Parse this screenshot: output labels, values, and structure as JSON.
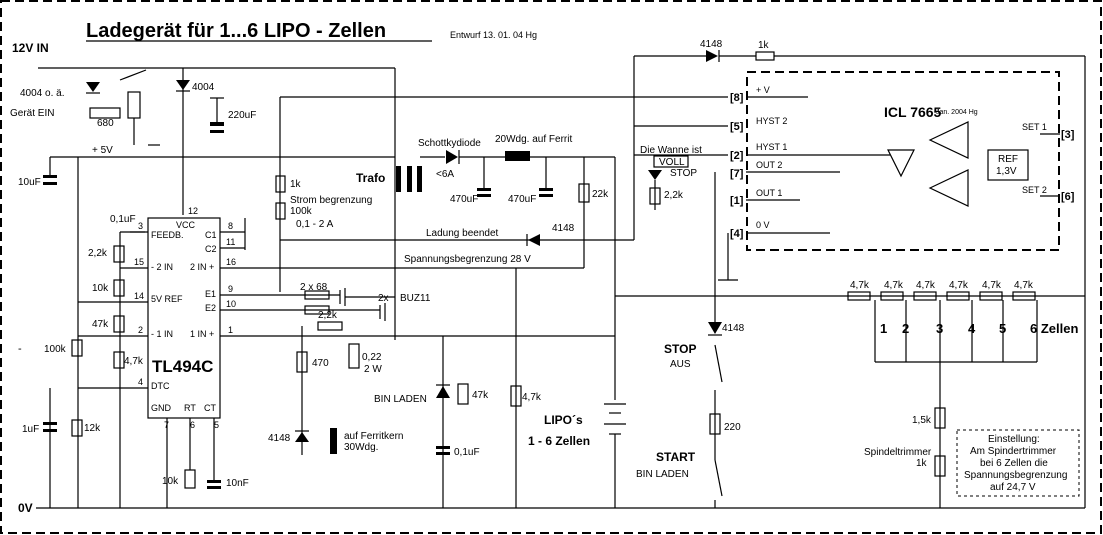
{
  "title": "Ladegerät für 1...6  LIPO - Zellen",
  "draft": "Entwurf  13. 01. 04   Hg",
  "labels": {
    "in12": "12V IN",
    "d4004a": "4004  o. ä.",
    "r680": "680",
    "geraet": "Gerät EIN",
    "d4004b": "4004",
    "c220": "220uF",
    "v5": "+ 5V",
    "c10u": "10uF",
    "r1k_a": "1k",
    "strom": "Strom  begrenzung",
    "r100k_a": "100k",
    "range": "0,1  -  2 A",
    "trafo": "Trafo",
    "schottky": "Schottkydiode",
    "a6": "<6A",
    "windings": "20Wdg. auf Ferrit",
    "c470a": "470uF",
    "c470b": "470uF",
    "r22k": "22k",
    "d4148a": "4148",
    "r1k_b": "1k",
    "wanne": "Die Wanne ist",
    "voll": "VOLL",
    "stop_led": "STOP",
    "r22k_led": "2,2k",
    "ladung": "Ladung beendet",
    "d4148b": "4148",
    "spannung": "Spannungsbegrenzung 28 V",
    "icl": "ICL 7665",
    "icl_date": "Jan. 2004  Hg",
    "ref": "REF",
    "ref_v": "1,3V",
    "pins": [
      "[8]",
      "[5]",
      "[2]",
      "[7]",
      "[1]",
      "[4]",
      "[3]",
      "[6]"
    ],
    "pin_v": "+ V",
    "hyst2": "HYST 2",
    "hyst1": "HYST 1",
    "out2": "OUT 2",
    "out1": "OUT 1",
    "zero_v": "0 V",
    "set1": "SET 1",
    "set2": "SET 2",
    "tl494": "TL494C",
    "vcc": "VCC",
    "feedb": "FEEDB.",
    "c01u": "0,1uF",
    "r22k_fb": "2,2k",
    "r10k": "10k",
    "r47k_a": "47k",
    "r100k_b": "100k",
    "r47k_b": "4,7k",
    "c1u": "1uF",
    "r12k": "12k",
    "pin_in2m": "- 2 IN",
    "pin_in2p": "2 IN +",
    "pin_ref": "5V REF",
    "pin_in1m": "- 1 IN",
    "pin_in1p": "1 IN +",
    "pin_dtc": "DTC",
    "pin_c1": "C1",
    "pin_c2": "C2",
    "pin_e1": "E1",
    "pin_e2": "E2",
    "pin_gnd": "GND",
    "pin_rt": "RT",
    "pin_ct": "CT",
    "n12": "12",
    "n3": "3",
    "n15": "15",
    "n14": "14",
    "n2": "2",
    "n4": "4",
    "n7": "7",
    "n6": "6",
    "n5": "5",
    "n8": "8",
    "n11": "11",
    "n16": "16",
    "n9": "9",
    "n10": "10",
    "n1": "1",
    "r10k_b": "10k",
    "c10n": "10nF",
    "r2x68": "2 x 68",
    "buz": "2x",
    "buz11": "BUZ11",
    "r22k_b": "2,2k",
    "r470": "470",
    "r022": "0,22",
    "w2": "2 W",
    "d4148c": "4148",
    "ferrit": "auf Ferritkern",
    "wdg30": "30Wdg.",
    "bin_laden": "BIN  LADEN",
    "r47k_c": "47k",
    "c01u_b": "0,1uF",
    "r47k_d": "4,7k",
    "lipos": "LIPO´s",
    "zellen": "1 - 6 Zellen",
    "d4148d": "4148",
    "stop": "STOP",
    "aus": "AUS",
    "r220": "220",
    "start": "START",
    "bin_laden2": "BIN  LADEN",
    "r47k_chain": "4,7k",
    "cells": [
      "1",
      "2",
      "3",
      "4",
      "5",
      "6 Zellen"
    ],
    "r15k": "1,5k",
    "spindel": "Spindeltrimmer",
    "r1k_c": "1k",
    "einst1": "Einstellung:",
    "einst2": "Am Spindertrimmer",
    "einst3": "bei 6 Zellen die",
    "einst4": "Spannungsbegrenzung",
    "einst5": "auf 24,7 V",
    "zero": "0V",
    "minus": "-"
  }
}
